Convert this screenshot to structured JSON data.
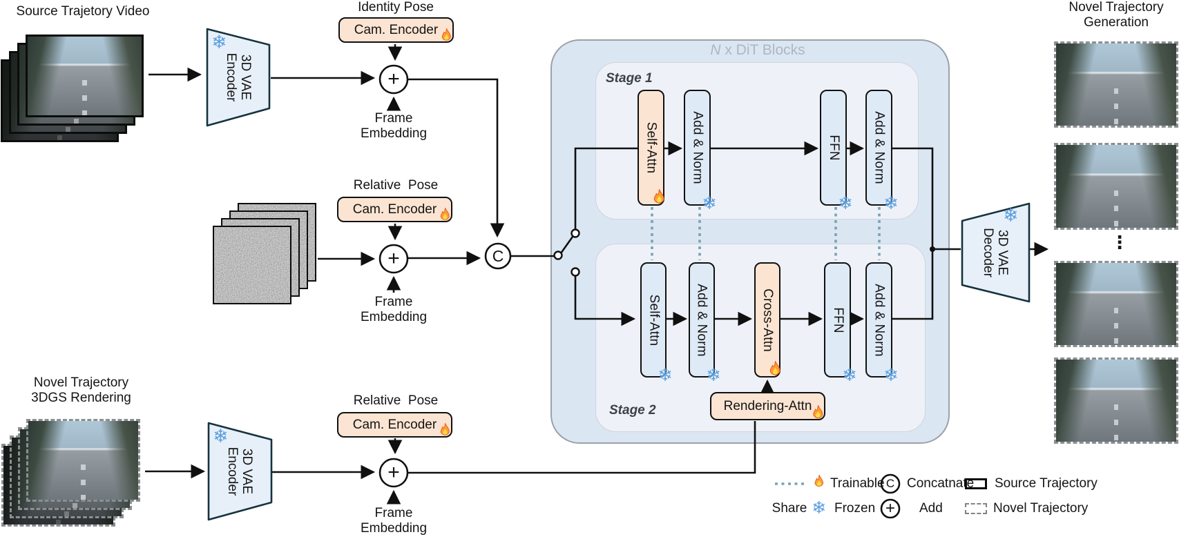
{
  "titles": {
    "source_video": "Source Trajetory Video",
    "rendering_line1": "Novel Trajectory",
    "rendering_line2": "3DGS Rendering",
    "output_line1": "Novel Trajectory",
    "output_line2": "Generation"
  },
  "vae": {
    "encoder_line1": "3D VAE",
    "encoder_line2": "Encoder",
    "decoder_line1": "3D VAE",
    "decoder_line2": "Decoder"
  },
  "pose": {
    "identity": "Identity Pose",
    "relative_mid": "Relative  Pose",
    "relative_bottom": "Relative  Pose",
    "cam_encoder": "Cam. Encoder"
  },
  "frame_embedding": {
    "line1": "Frame",
    "line2": "Embedding"
  },
  "operators": {
    "concat": "C",
    "add": "+"
  },
  "dit": {
    "title_n": "N",
    "title_rest": " x DiT Blocks",
    "stage1": {
      "label": "Stage 1",
      "blocks": [
        "Self-Attn",
        "Add & Norm",
        "FFN",
        "Add & Norm"
      ]
    },
    "stage2": {
      "label": "Stage 2",
      "blocks": [
        "Self-Attn",
        "Add & Norm",
        "Cross-Attn",
        "FFN",
        "Add & Norm"
      ]
    },
    "rendering_attn": "Rendering-Attn"
  },
  "ellipsis": "⋮",
  "legend": {
    "share": "Share",
    "trainable": "Trainable",
    "frozen": "Frozen",
    "concat_label": "Concatnate",
    "add_label": "Add",
    "source_traj": "Source Trajectory",
    "novel_traj": "Novel Trajectory"
  },
  "icons": {
    "snowflake": "❄"
  },
  "colors": {
    "trainable_fill": "#fbe4d2",
    "frozen_fill": "#dfeaf7",
    "dit_outer": "#dbe6f3",
    "dit_inner": "#eef2f8",
    "share_dotted": "#79a3b1",
    "snowflake_blue": "#5b9fde",
    "trapezoid_fill": "#e7f0f9",
    "trapezoid_border": "#16323e"
  }
}
